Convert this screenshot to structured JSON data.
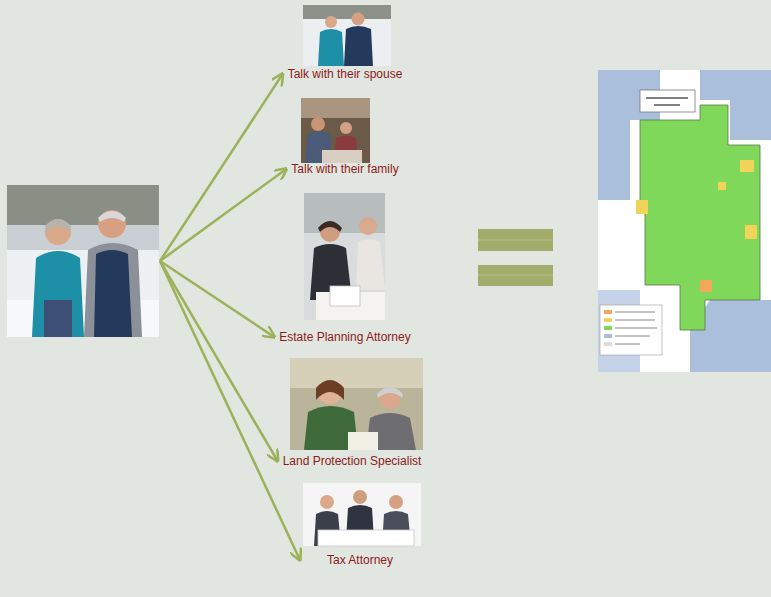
{
  "diagram": {
    "nodes": [
      {
        "text": []
      },
      {
        "text": [
          "Talk with their spouse"
        ]
      },
      {
        "text": [
          "Talk with their family"
        ]
      },
      {
        "text": [
          "Estate Planning Attorney"
        ]
      },
      {
        "text": [
          "Land Protection Specialist"
        ]
      },
      {
        "text": [
          "Tax Attorney"
        ]
      }
    ],
    "edges": [
      {
        "from": 0,
        "to": 1,
        "arrow": "to"
      },
      {
        "from": 0,
        "to": 2,
        "arrow": "to"
      },
      {
        "from": 0,
        "to": 3,
        "arrow": "to"
      },
      {
        "from": 0,
        "to": 4,
        "arrow": "to"
      },
      {
        "from": 0,
        "to": 5,
        "arrow": "to"
      }
    ]
  }
}
